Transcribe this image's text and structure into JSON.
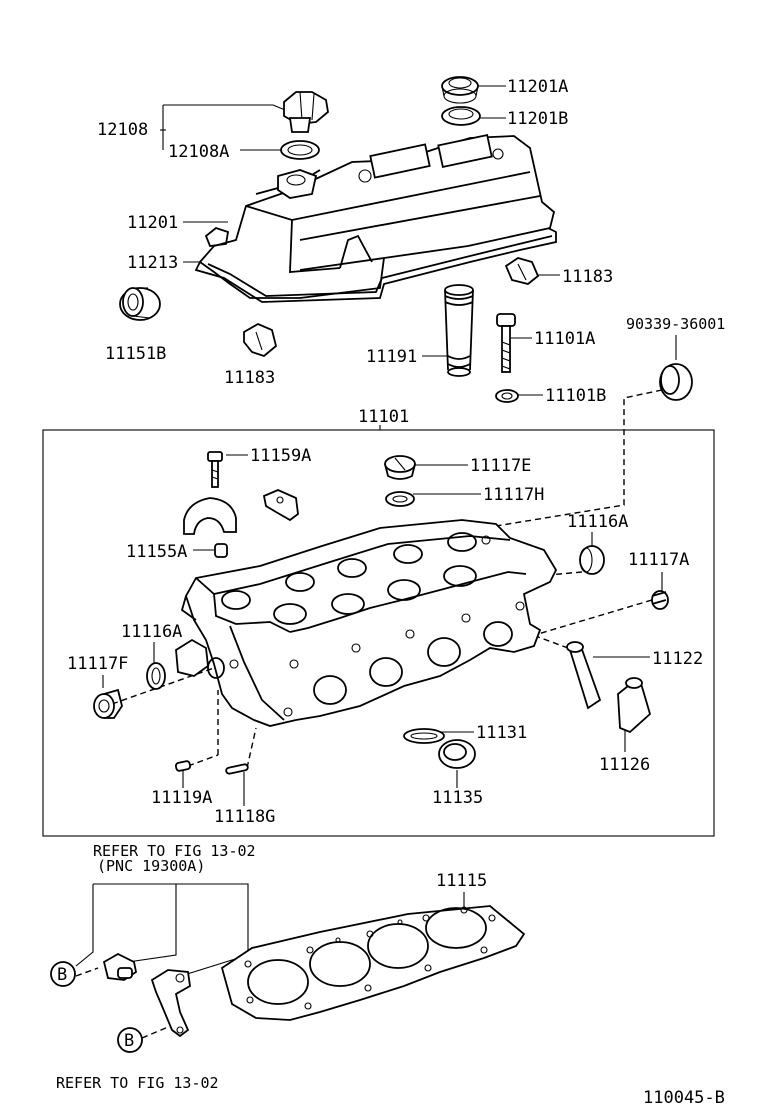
{
  "labels": {
    "p12108": "12108",
    "p12108A": "12108A",
    "p11201A": "11201A",
    "p11201B": "11201B",
    "p11201": "11201",
    "p11213": "11213",
    "p11183_top": "11183",
    "p11151B": "11151B",
    "p11183_left": "11183",
    "p11191": "11191",
    "p11101A": "11101A",
    "p11101B": "11101B",
    "p90339": "90339-36001",
    "p11101": "11101",
    "p11159A": "11159A",
    "p11117E": "11117E",
    "p11117H": "11117H",
    "p11116A_right": "11116A",
    "p11155A": "11155A",
    "p11117A": "11117A",
    "p11116A_left": "11116A",
    "p11117F": "11117F",
    "p11122": "11122",
    "p11131": "11131",
    "p11126": "11126",
    "p11119A": "11119A",
    "p11118G": "11118G",
    "p11135": "11135",
    "p11115": "11115"
  },
  "refs": {
    "refer_top_line1": "REFER TO FIG 13-02",
    "refer_top_line2": "(PNC 19300A)",
    "refer_bottom": "REFER TO FIG 13-02",
    "callout_b1": "B",
    "callout_b2": "B"
  },
  "figure_id": "110045-B"
}
